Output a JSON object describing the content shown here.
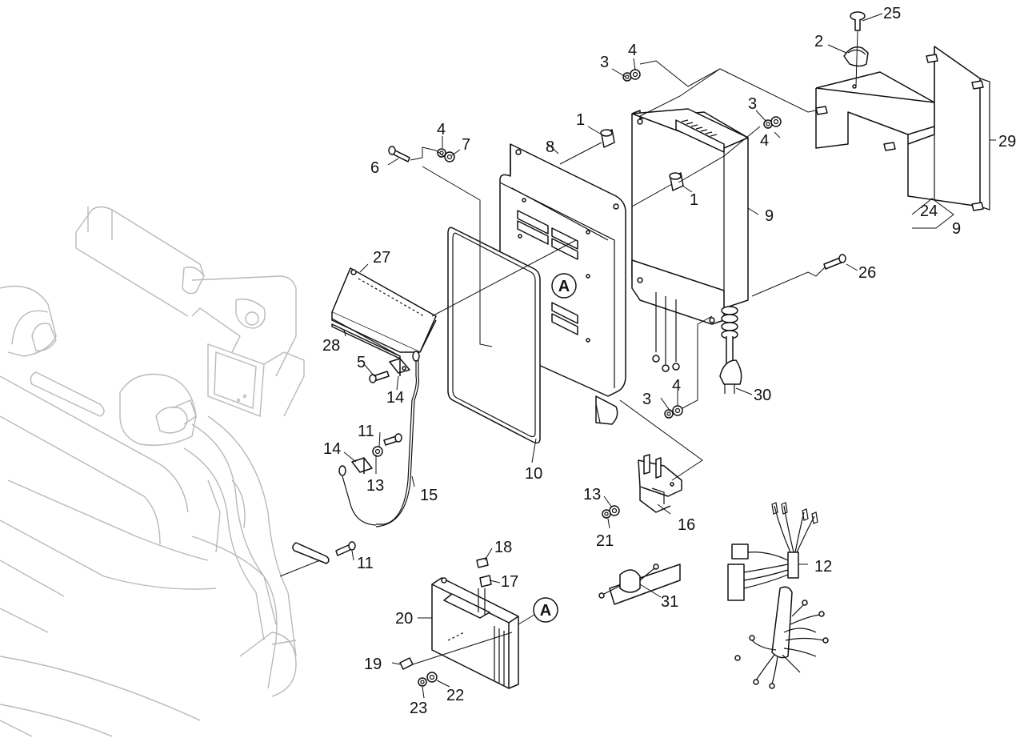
{
  "diagram": {
    "callouts": [
      {
        "id": "c25",
        "text": "25"
      },
      {
        "id": "c2",
        "text": "2"
      },
      {
        "id": "c3a",
        "text": "3"
      },
      {
        "id": "c4a",
        "text": "4"
      },
      {
        "id": "c3b",
        "text": "3"
      },
      {
        "id": "c4b",
        "text": "4"
      },
      {
        "id": "c1a",
        "text": "1"
      },
      {
        "id": "c1b",
        "text": "1"
      },
      {
        "id": "c8",
        "text": "8"
      },
      {
        "id": "c4c",
        "text": "4"
      },
      {
        "id": "c7",
        "text": "7"
      },
      {
        "id": "c6",
        "text": "6"
      },
      {
        "id": "c29",
        "text": "29"
      },
      {
        "id": "c9a",
        "text": "9"
      },
      {
        "id": "c24",
        "text": "24"
      },
      {
        "id": "c9b",
        "text": "9"
      },
      {
        "id": "c27",
        "text": "27"
      },
      {
        "id": "c26",
        "text": "26"
      },
      {
        "id": "c28",
        "text": "28"
      },
      {
        "id": "c5",
        "text": "5"
      },
      {
        "id": "c14a",
        "text": "14"
      },
      {
        "id": "c3c",
        "text": "3"
      },
      {
        "id": "c4d",
        "text": "4"
      },
      {
        "id": "c30",
        "text": "30"
      },
      {
        "id": "c11a",
        "text": "11"
      },
      {
        "id": "c14b",
        "text": "14"
      },
      {
        "id": "c13a",
        "text": "13"
      },
      {
        "id": "c15",
        "text": "15"
      },
      {
        "id": "c10",
        "text": "10"
      },
      {
        "id": "c13b",
        "text": "13"
      },
      {
        "id": "c16",
        "text": "16"
      },
      {
        "id": "c21",
        "text": "21"
      },
      {
        "id": "c12",
        "text": "12"
      },
      {
        "id": "c18",
        "text": "18"
      },
      {
        "id": "c11b",
        "text": "11"
      },
      {
        "id": "c17",
        "text": "17"
      },
      {
        "id": "c31",
        "text": "31"
      },
      {
        "id": "c20",
        "text": "20"
      },
      {
        "id": "c19",
        "text": "19"
      },
      {
        "id": "c22",
        "text": "22"
      },
      {
        "id": "c23",
        "text": "23"
      }
    ],
    "reference_marks": [
      {
        "id": "refA1",
        "text": "A"
      },
      {
        "id": "refA2",
        "text": "A"
      }
    ]
  }
}
